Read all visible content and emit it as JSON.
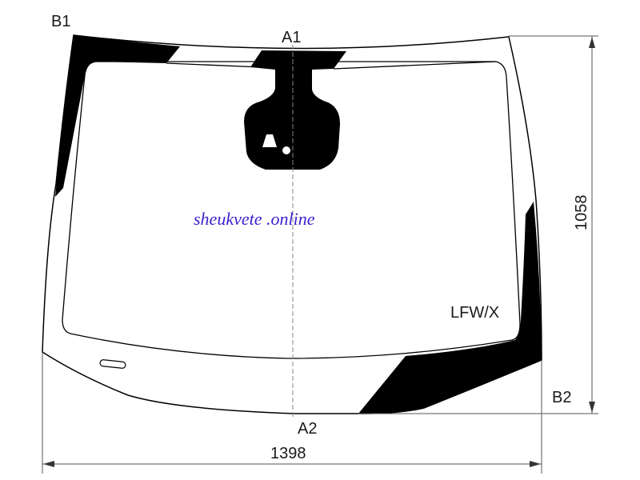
{
  "labels": {
    "b1": "B1",
    "b2": "B2",
    "a1": "A1",
    "a2": "A2",
    "width_dim": "1398",
    "height_dim": "1058",
    "model_code": "LFW/X"
  },
  "watermark": {
    "text": "sheukvete .online",
    "color": "#3a1fd0"
  },
  "colors": {
    "line": "#000000",
    "dimension": "#555555"
  }
}
